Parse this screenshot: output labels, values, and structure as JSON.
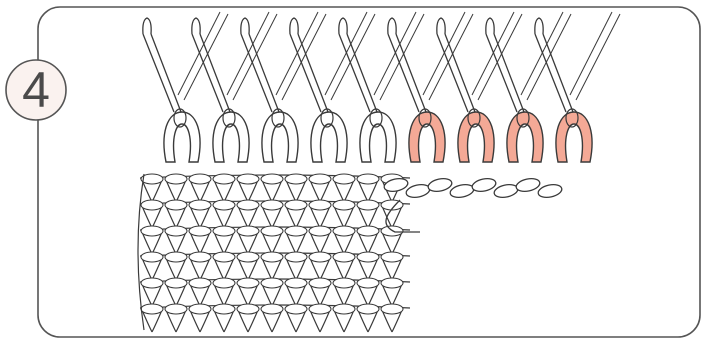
{
  "diagram": {
    "step_number": "4",
    "colors": {
      "frame_stroke": "#555555",
      "panel_fill": "#ffffff",
      "badge_fill": "#faf2ef",
      "line": "#3a3a3a",
      "highlight_loop": "#f4a996"
    },
    "needle_count": 9,
    "loop_count": 9,
    "highlighted_loops": [
      6,
      7,
      8,
      9
    ],
    "fabric_rows": 6,
    "icons": [
      "knitting-needle-icon",
      "yarn-loop-icon"
    ]
  }
}
